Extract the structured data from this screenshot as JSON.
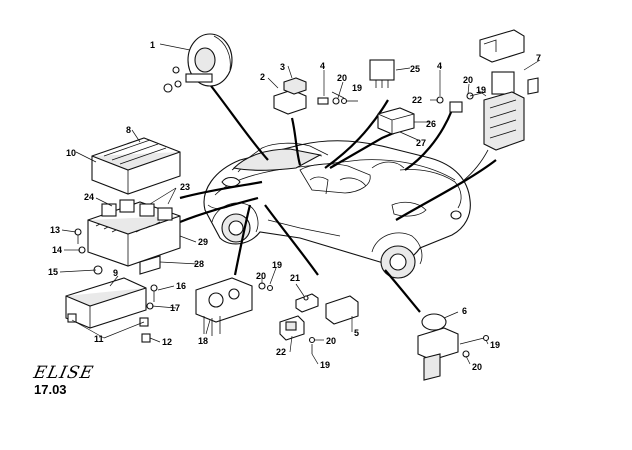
{
  "diagram": {
    "brand": "ELISE",
    "sheet_number": "17.03",
    "callouts": {
      "c1": "1",
      "c2": "2",
      "c3": "3",
      "c4a": "4",
      "c4b": "4",
      "c5": "5",
      "c6": "6",
      "c7": "7",
      "c8": "8",
      "c9": "9",
      "c10": "10",
      "c11": "11",
      "c12": "12",
      "c13": "13",
      "c14": "14",
      "c15": "15",
      "c16": "16",
      "c17": "17",
      "c18": "18",
      "c19a": "19",
      "c19b": "19",
      "c19c": "19",
      "c19d": "19",
      "c19e": "19",
      "c20a": "20",
      "c20b": "20",
      "c20c": "20",
      "c20d": "20",
      "c20e": "20",
      "c21": "21",
      "c22a": "22",
      "c22b": "22",
      "c23": "23",
      "c24": "24",
      "c25": "25",
      "c26": "26",
      "c27": "27",
      "c28": "28",
      "c29": "29"
    }
  }
}
